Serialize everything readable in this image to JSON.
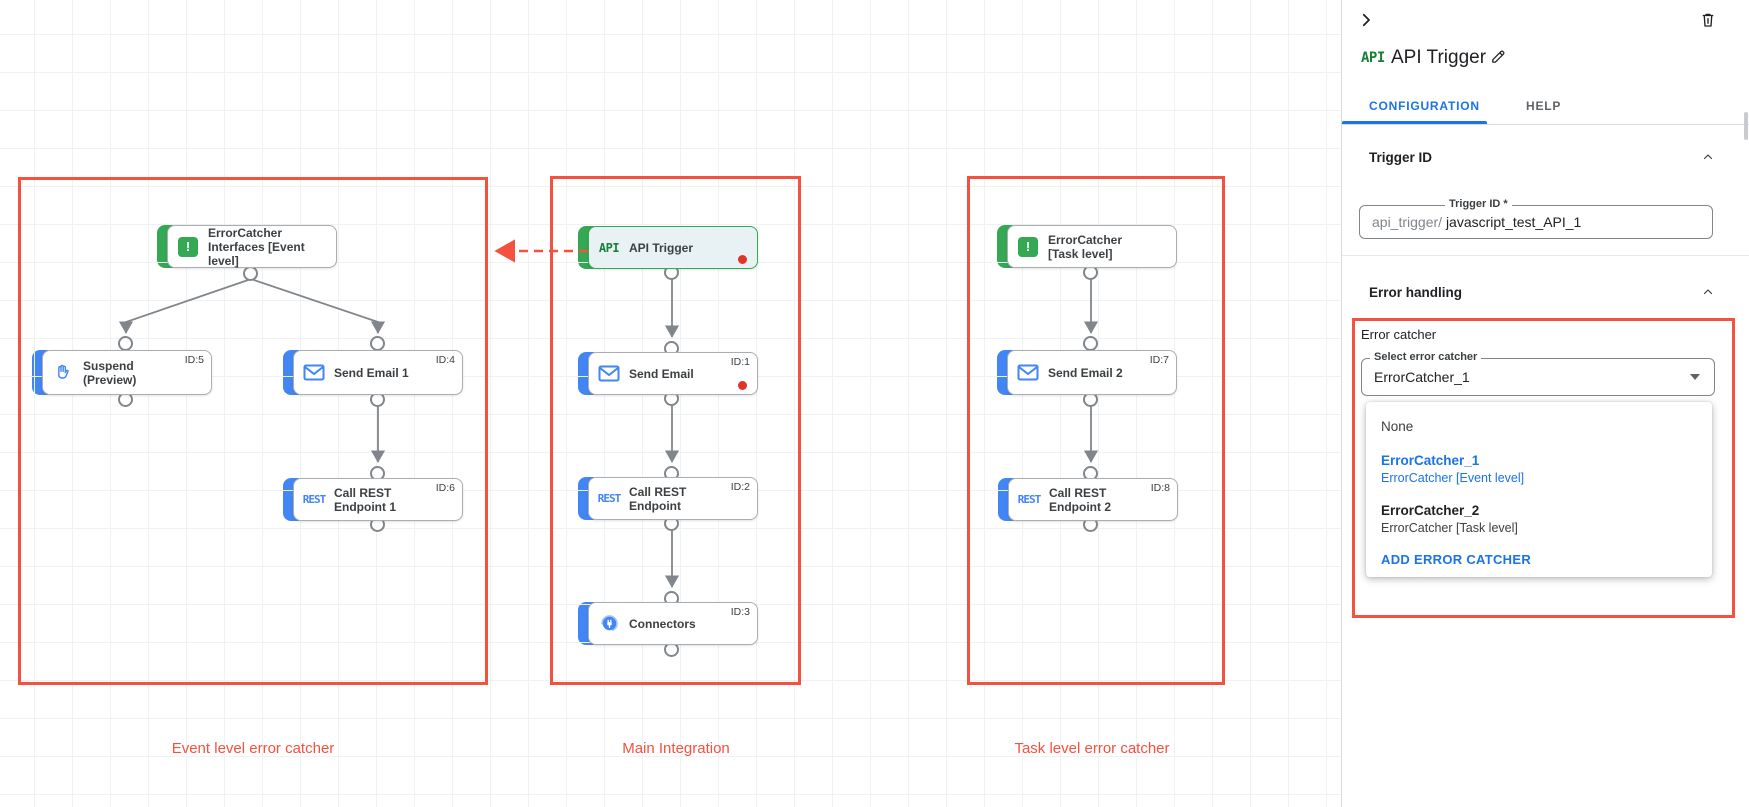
{
  "canvas": {
    "groups": [
      {
        "label": "Event level error catcher"
      },
      {
        "label": "Main Integration"
      },
      {
        "label": "Task level error catcher"
      }
    ],
    "nodes": {
      "ec_event": {
        "line1": "ErrorCatcher",
        "line2": "[Event level]",
        "icon_text": "!"
      },
      "suspend": {
        "line1": "Suspend",
        "line2": "(Preview)",
        "id": "ID:5"
      },
      "send1": {
        "line1": "Send Email 1",
        "id": "ID:4"
      },
      "rest1": {
        "line1": "Call REST",
        "line2": "Endpoint 1",
        "id": "ID:6",
        "icon_text": "REST"
      },
      "api": {
        "line1": "API Trigger",
        "icon_text": "API"
      },
      "send0": {
        "line1": "Send Email",
        "id": "ID:1"
      },
      "rest0": {
        "line1": "Call REST",
        "line2": "Endpoint",
        "id": "ID:2",
        "icon_text": "REST"
      },
      "conn": {
        "line1": "Connectors",
        "id": "ID:3"
      },
      "ec_task": {
        "line1": "ErrorCatcher",
        "line2": "[Task level]",
        "icon_text": "!"
      },
      "send2": {
        "line1": "Send Email 2",
        "id": "ID:7"
      },
      "rest2": {
        "line1": "Call REST",
        "line2": "Endpoint 2",
        "id": "ID:8",
        "icon_text": "REST"
      }
    }
  },
  "panel": {
    "icon_text": "API",
    "title": "API Trigger",
    "tabs": {
      "configuration": "CONFIGURATION",
      "help": "HELP"
    },
    "trigger_id": {
      "section_title": "Trigger ID",
      "field_label": "Trigger ID *",
      "prefix": "api_trigger/",
      "value": "javascript_test_API_1"
    },
    "error_handling": {
      "section_title": "Error handling",
      "group_label": "Error catcher",
      "select_label": "Select error catcher",
      "select_value": "ErrorCatcher_1",
      "options": {
        "none": {
          "name": "None"
        },
        "ec1": {
          "name": "ErrorCatcher_1",
          "sub": "ErrorCatcher [Event level]"
        },
        "ec2": {
          "name": "ErrorCatcher_2",
          "sub": "ErrorCatcher [Task level]"
        }
      },
      "add_button": "ADD ERROR CATCHER"
    }
  },
  "colors": {
    "highlight_red": "#f4513f",
    "task_blue": "#4285f4",
    "trigger_green": "#34a853",
    "link_blue": "#1a73e8",
    "wire_gray": "#80868b"
  }
}
